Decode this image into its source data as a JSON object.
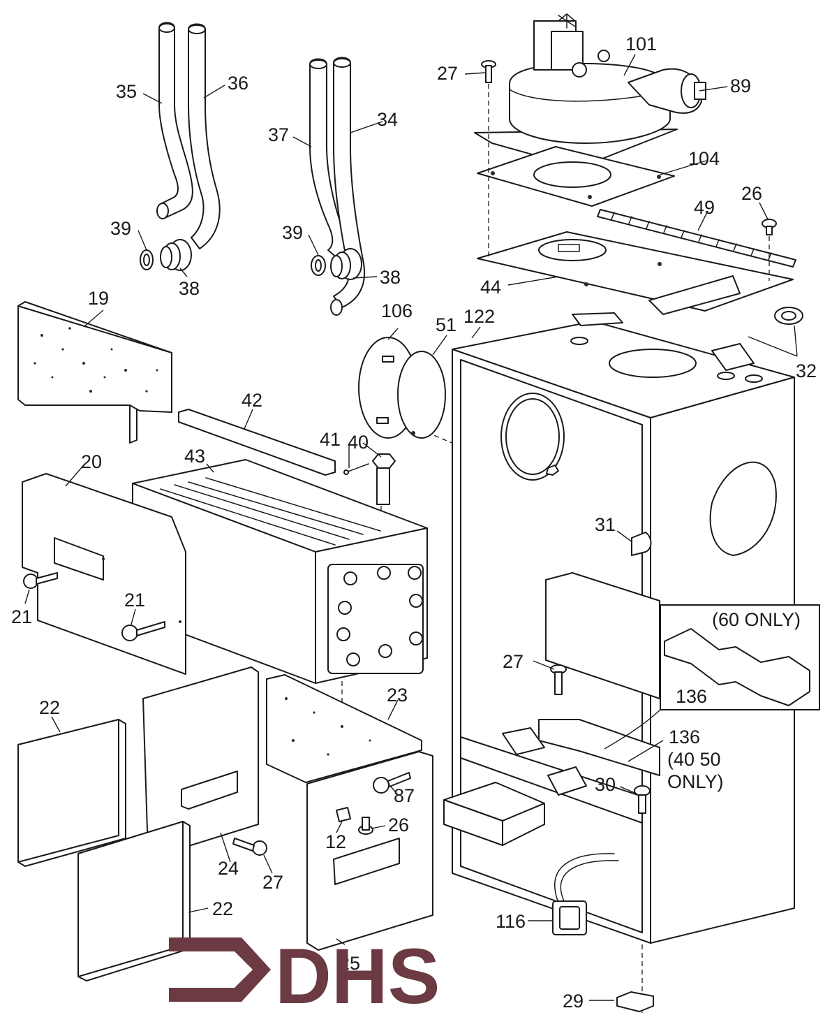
{
  "labels": [
    {
      "id": "35",
      "text": "35"
    },
    {
      "id": "36",
      "text": "36"
    },
    {
      "id": "37",
      "text": "37"
    },
    {
      "id": "34",
      "text": "34"
    },
    {
      "id": "39a",
      "text": "39"
    },
    {
      "id": "38a",
      "text": "38"
    },
    {
      "id": "39b",
      "text": "39"
    },
    {
      "id": "38b",
      "text": "38"
    },
    {
      "id": "27a",
      "text": "27"
    },
    {
      "id": "101",
      "text": "101"
    },
    {
      "id": "89",
      "text": "89"
    },
    {
      "id": "104",
      "text": "104"
    },
    {
      "id": "49",
      "text": "49"
    },
    {
      "id": "26a",
      "text": "26"
    },
    {
      "id": "44",
      "text": "44"
    },
    {
      "id": "19",
      "text": "19"
    },
    {
      "id": "106",
      "text": "106"
    },
    {
      "id": "51",
      "text": "51"
    },
    {
      "id": "122",
      "text": "122"
    },
    {
      "id": "32",
      "text": "32"
    },
    {
      "id": "42",
      "text": "42"
    },
    {
      "id": "41",
      "text": "41"
    },
    {
      "id": "40",
      "text": "40"
    },
    {
      "id": "43",
      "text": "43"
    },
    {
      "id": "20",
      "text": "20"
    },
    {
      "id": "31",
      "text": "31"
    },
    {
      "id": "21a",
      "text": "21"
    },
    {
      "id": "21b",
      "text": "21"
    },
    {
      "id": "27b",
      "text": "27"
    },
    {
      "id": "136a",
      "text": "136"
    },
    {
      "id": "22a",
      "text": "22"
    },
    {
      "id": "23",
      "text": "23"
    },
    {
      "id": "136b",
      "text": "136"
    },
    {
      "id": "87",
      "text": "87"
    },
    {
      "id": "30",
      "text": "30"
    },
    {
      "id": "12",
      "text": "12"
    },
    {
      "id": "26b",
      "text": "26"
    },
    {
      "id": "24",
      "text": "24"
    },
    {
      "id": "27c",
      "text": "27"
    },
    {
      "id": "22b",
      "text": "22"
    },
    {
      "id": "116",
      "text": "116"
    },
    {
      "id": "25",
      "text": "25"
    },
    {
      "id": "29",
      "text": "29"
    }
  ],
  "notes": {
    "only_60": "(60 ONLY)",
    "only_4050_line1": "(40 50",
    "only_4050_line2": "ONLY)"
  },
  "logo": {
    "text": "DHS",
    "color": "#6b3a42"
  }
}
